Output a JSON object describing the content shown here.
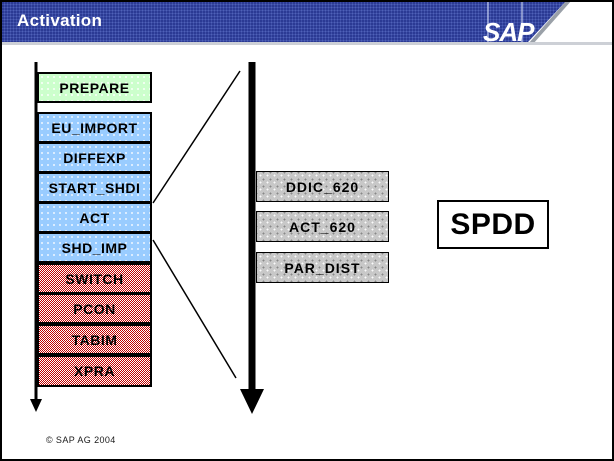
{
  "slide": {
    "title": "Activation",
    "logo": "SAP",
    "copyright": "© SAP AG 2004"
  },
  "timeline": {
    "phases": [
      {
        "label": "PREPARE",
        "type": "prepare"
      },
      {
        "label": "EU_IMPORT",
        "type": "shadow"
      },
      {
        "label": "DIFFEXP",
        "type": "shadow"
      },
      {
        "label": "START_SHDI",
        "type": "shadow"
      },
      {
        "label": "ACT",
        "type": "shadow"
      },
      {
        "label": "SHD_IMP",
        "type": "shadow"
      },
      {
        "label": "SWITCH",
        "type": "downtime"
      },
      {
        "label": "PCON",
        "type": "downtime"
      },
      {
        "label": "TABIM",
        "type": "downtime"
      },
      {
        "label": "XPRA",
        "type": "downtime"
      }
    ]
  },
  "act_detail": {
    "steps": [
      {
        "label": "DDIC_620"
      },
      {
        "label": "ACT_620"
      },
      {
        "label": "PAR_DIST"
      }
    ],
    "transaction": "SPDD"
  },
  "colors": {
    "header_blue": "#2b3a94",
    "prepare_green": "#ccffcc",
    "shadow_blue": "#99ccff",
    "downtime_red": "#cc0000",
    "step_gray": "#c8c8c8"
  }
}
